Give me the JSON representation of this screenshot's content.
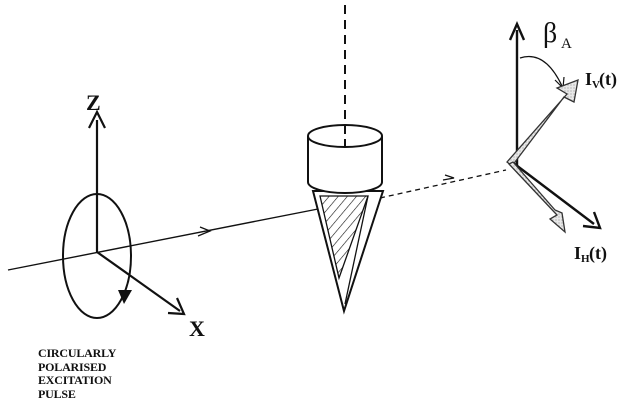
{
  "labels": {
    "z_axis": "Z",
    "x_axis": "X",
    "beta_symbol": "β",
    "beta_subscript": "A",
    "iv_main": "I",
    "iv_sub": "V",
    "iv_tail": "(t)",
    "ih_main": "I",
    "ih_sub": "H",
    "ih_tail": "(t)"
  },
  "caption": {
    "line1": "CIRCULARLY",
    "line2": "POLARISED",
    "line3": "EXCITATION",
    "line4": "PULSE"
  }
}
